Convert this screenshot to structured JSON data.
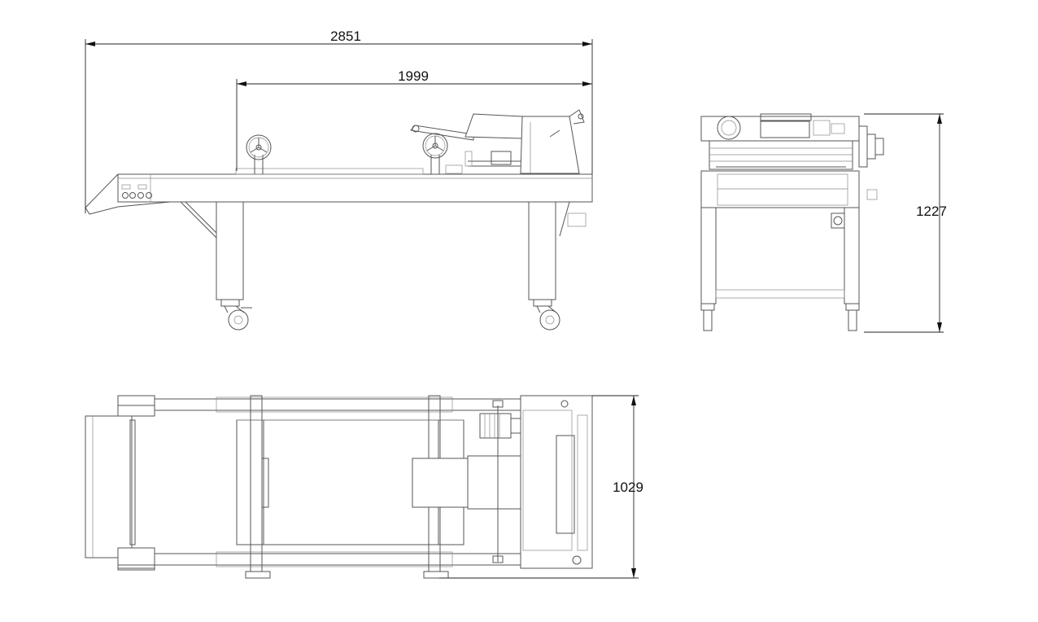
{
  "dimensions": {
    "overall_length": "2851",
    "frame_length": "1999",
    "height": "1227",
    "width": "1029"
  },
  "views": [
    "side-view",
    "front-view",
    "top-view"
  ],
  "colors": {
    "line": "#555555",
    "dimension": "#222222",
    "background": "#ffffff"
  }
}
